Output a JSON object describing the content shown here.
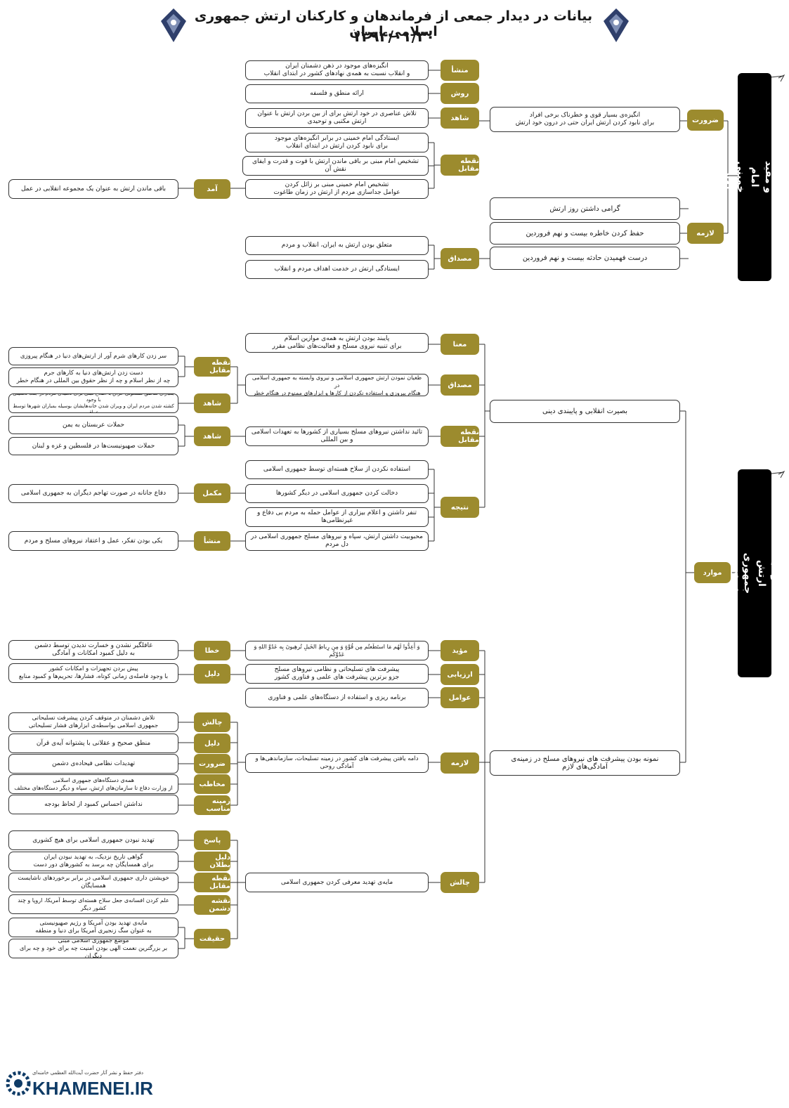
{
  "header": {
    "title": "بیانات در دیدار جمعی از فرماندهان و کارکنان ارتش جمهوری اسلامی ایران",
    "date": "۱۳۹۴/۰۱/۳۰"
  },
  "side_labels": {
    "s1": "اقدام ابتکار برجسته و مفید امام خمینی\nاعلام روز ارتش؛",
    "s2": "خصوصیات ارتش جمهوری اسلامی"
  },
  "logo": {
    "sub": "دفتر حفظ و نشر آثار حضرت آیت‌الله العظمی خامنه‌ای",
    "brand": "KHAMENEI.IR"
  },
  "boxes": {
    "zarurat1_text": "انگیزه‌ی بسیار قوی و خطرناک برخی افراد\nبرای نابود کردن ارتش ایران حتی در درون خود ارتش",
    "lazeme1": "گرامی داشتن روز ارتش",
    "lazeme2": "حفظ کردن خاطره بیست و نهم فروردین",
    "lazeme3": "درست فهمیدن حادثه بیست و نهم فروردین",
    "mansha_t": "انگیزه‌های موجود در ذهن دشمنان ایران\nو انقلاب نسبت به همه‌ی نهادهای کشور در ابتدای انقلاب",
    "ravesh_t": "ارائه منطق و فلسفه",
    "shahed1_t": "تلاش عناصری در خود ارتش برای از بین بردن ارتش با عنوان ارتش مکتبی و توحیدی",
    "nm1_a": "ایستادگی امام خمینی در برابر انگیزه‌های موجود\nبرای نابود کردن ارتش در ابتدای انقلاب",
    "nm1_b": "تشخیص امام مبنی بر باقی ماندن ارتش با قوت و قدرت و ایفای نقش آن",
    "nm1_c": "تشخیص امام خمینی مبنی بر زائل کردن\nعوامل جداسازی مردم از ارتش در زمان طاغوت",
    "amad_t": "باقی ماندن ارتش به عنوان یک مجموعه انقلابی در عمل",
    "mesdaq1_a": "متعلق بودن ارتش به ایران، انقلاب و مردم",
    "mesdaq1_b": "ایستادگی ارتش در خدمت اهداف مردم و انقلاب",
    "basirat": "بصیرت انقلابی و پایبندی دینی",
    "mana_t": "پایبند بودن ارتش به همه‌ی موازین اسلام\nبرای تنبیه نیروی مسلح و فعالیت‌های نظامی مقرر",
    "mesdaq2_t": "طغیان نمودن ارتش جمهوری اسلامی و نیروی وابسته به جمهوری اسلامی در\nهنگام پیروزی و استفاده نکردن از کارها و ابزارهای ممنوع در هنگام خطر",
    "nm2_t": "تائید نداشتن نیروهای مسلح بسیاری از کشورها به تعهدات اسلامی و بین المللی",
    "nm2_l1": "سر زدن کارهای شرم آور از ارتش‌های دنیا در هنگام پیروزی",
    "nm2_l2": "دست زدن ارتش‌های دنیا به کارهای جرم\nچه از نظر اسلام و چه از نظر حقوق بین المللی در هنگام خطر",
    "shahed_l1": "بمباران مناطق مسکونی عراق با اطلاع قبلی برای تخلیه‌ی مردم در جنگ تحمیلی با وجود\nکشته شدن مردم ایران و ویران شدن خانه‌هایشان بوسیله بمباران شهرها توسط عراق",
    "shahed_l2a": "حملات عربستان به یمن",
    "shahed_l2b": "حملات صهیونیست‌ها در فلسطین و غزه و لبنان",
    "natije1": "استفاده نکردن از سلاح هسته‌ای توسط جمهوری اسلامی",
    "natije2": "دخالت کردن جمهوری اسلامی در دیگر کشورها",
    "natije3": "تنفر داشتن و اعلام بیزاری از عوامل حمله به مردم بی دفاع و غیرنظامی‌ها",
    "natije4": "محبوبیت داشتن ارتش، سپاه و نیروهای مسلح جمهوری اسلامی در دل مردم",
    "mokamel_t": "دفاع جانانه در صورت تهاجم دیگران به جمهوری اسلامی",
    "mansha2_t": "یکی بودن تفکر، عمل و اعتقاد نیروهای مسلح و مردم",
    "nemune": "نمونه بودن پیشرفت های نیروهای مسلح در زمینه‌ی آمادگی‌های لازم",
    "moayyed_t": "وَ أَعِدُّوا لَهُم مَا استَطَعتُم مِن قُوَّةٍ وَ مِن رِباطِ الخَیلِ تُرهِبونَ بِه عَدُوَّ اللهِ وَ عَدُوَّکُم",
    "khata_t": "غافلگیر نشدن و خسارت ندیدن توسط دشمن\nبه دلیل کمبود امکانات و آمادگی",
    "arzyabi_t": "پیشرفت های تسلیحاتی و نظامی نیروهای مسلح\nجزو برترین پیشرفت های علمی و فناوری کشور",
    "dalil1_t": "پیش بردن تجهیزات و امکانات کشور\nبا وجود فاصله‌ی زمانی کوتاه، فشارها، تحریم‌ها و کمبود منابع",
    "avamel_t": "برنامه ریزی و استفاده از دستگاه‌های علمی و فناوری",
    "lazeme_n_t": "دامه یافتن پیشرفت های کشور در زمینه تسلیحات، سازماندهی‌ها و آمادگی روحی",
    "chalesh1_t": "تلاش دشمنان در متوقف کردن پیشرفت تسلیحاتی\nجمهوری اسلامی بواسطه‌ی ابزارهای فشار تسلیحاتی",
    "dalil2_t": "منطق صحیح و عقلانی با پشتوانه آیه‌ی قرآن",
    "zarurat2_t": "تهدیدات نظامی فیحاده‌ی دشمن",
    "mokhatab_t": "همه‌ی دستگاه‌های جمهوری اسلامی\nاز وزارت دفاع تا سازمان‌های ارتش، سپاه و دیگر دستگاه‌های مختلف",
    "zamine_t": "نداشتن احساس کمبود از لحاظ بودجه",
    "chalesh2_t": "مایه‌ی تهدید معرفی کردن جمهوری اسلامی",
    "pasokh_t": "تهدید نبودن جمهوری اسلامی برای هیچ کشوری",
    "dalil3_t": "گواهی تاریخ نزدیک، به تهدید نبودن ایران\nبرای همسایگان چه برسد به کشورهای دور دست",
    "nm3_t": "خویشتن داری جمهوری اسلامی در برابر برخوردهای ناشایست همسایگان",
    "naqshe_t": "علم کردن افسانه‌ی جعل سلاح هسته‌ای توسط آمریکا، اروپا و چند کشور دیگر",
    "haqiqat_a": "مایه‌ی تهدید بودن آمریکا و رژیم صهیونیستی\nبه عنوان سگ زنجیری آمریکا برای دنیا و منطقه",
    "haqiqat_b": "موضع جمهوری اسلامی مبنی\nبر بزرگترین نعمت الهی بودن امنیت چه برای خود و چه برای دیگران"
  },
  "labels": {
    "zarurat": "ضرورت",
    "lazeme": "لازمه",
    "mansha": "منشأ",
    "ravesh": "روش",
    "shahed": "شاهد",
    "noqte_moqabel": "نقطه مقابل",
    "amad": "آمد",
    "mesdaq": "مصداق",
    "mana": "معنا",
    "natije": "نتیجه",
    "mokamel": "مکمل",
    "mavared": "موارد",
    "moayyed": "مؤید",
    "khata": "خطا",
    "arzyabi": "ارزیابی",
    "dalil": "دلیل",
    "avamel": "عوامل",
    "chalesh": "چالش",
    "mokhatab": "مخاطب",
    "zamine": "زمینه مناسب",
    "pasokh": "پاسخ",
    "dalil_batlan": "دلیل بطلان",
    "naqshe": "نقشه دشمن",
    "haqiqat": "حقیقت"
  },
  "colors": {
    "olive": "#9c8b2e",
    "black": "#000000",
    "line": "#333333"
  }
}
